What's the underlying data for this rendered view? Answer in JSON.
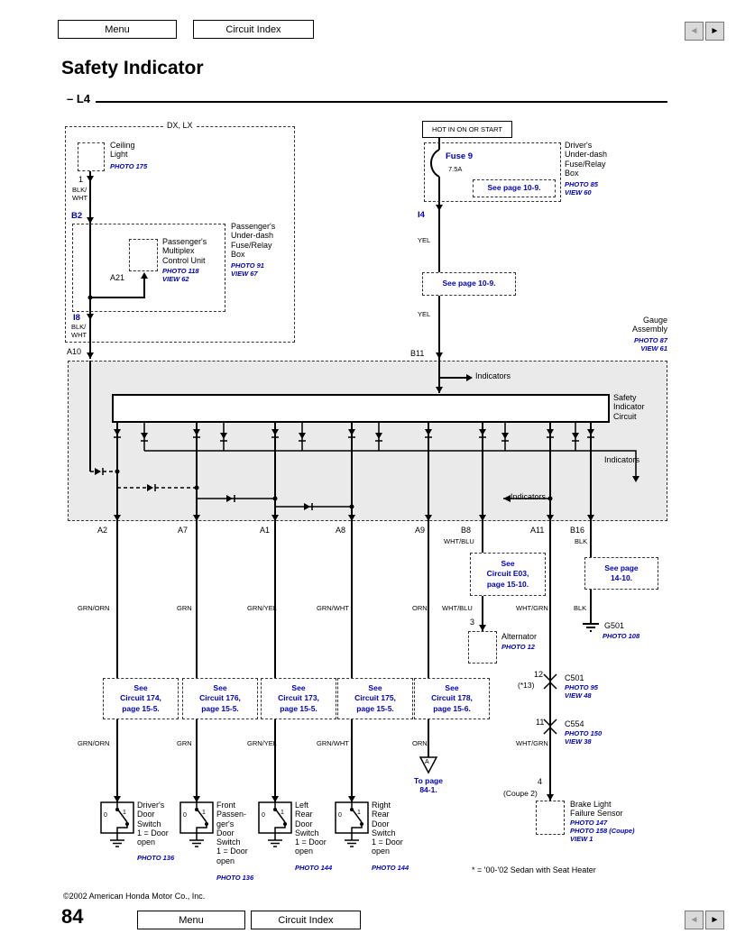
{
  "colors": {
    "accent_blue": "#0000bf",
    "diagram_shade": "#eaeaea"
  },
  "nav": {
    "menu": "Menu",
    "circuit_index": "Circuit Index",
    "prev_icon": "◄",
    "next_icon": "►"
  },
  "page": {
    "title": "Safety Indicator",
    "engine": "– L4",
    "number": "84",
    "copyright": "©2002 American Honda Motor Co., Inc.",
    "footnote": "* = '00-'02 Sedan with Seat Heater"
  },
  "variant": "DX, LX",
  "left_branch": {
    "ceiling_light": "Ceiling\nLight",
    "ceiling_light_photo": "PHOTO 175",
    "pin1": "1",
    "wire1": "BLK/\nWHT",
    "b2": "B2",
    "multiplex": "Passenger's\nMultiplex\nControl Unit",
    "multiplex_ref": "PHOTO 118\nVIEW 62",
    "a21": "A21",
    "pass_box": "Passenger's\nUnder-dash\nFuse/Relay\nBox",
    "pass_box_ref": "PHOTO 91\nVIEW 67",
    "i8": "I8",
    "wire2": "BLK/\nWHT",
    "a10": "A10"
  },
  "right_branch": {
    "hot": "HOT IN ON OR START",
    "fuse": "Fuse 9",
    "amps": "7.5A",
    "see_a": "See page 10-9.",
    "box": "Driver's\nUnder-dash\nFuse/Relay\nBox",
    "box_ref": "PHOTO 85\nVIEW 60",
    "i4": "I4",
    "yel1": "YEL",
    "see_b": "See page 10-9.",
    "yel2": "YEL",
    "b11": "B11"
  },
  "gauge": {
    "name": "Gauge\nAssembly",
    "ref": "PHOTO 87\nVIEW 61",
    "circuit": "Safety\nIndicator\nCircuit",
    "indicators_top": "Indicators",
    "indicators_right": "Indicators",
    "indicators_mid": "Indicators",
    "pins": [
      "A2",
      "A7",
      "A1",
      "A8",
      "A9",
      "B8",
      "A11",
      "B16"
    ]
  },
  "wire_colors": {
    "b8_top": "WHT/BLU",
    "b16_top": "BLK",
    "row1": [
      "GRN/ORN",
      "GRN",
      "GRN/YEL",
      "GRN/WHT",
      "ORN",
      "WHT/BLU",
      "WHT/GRN",
      "BLK"
    ],
    "row2": [
      "GRN/ORN",
      "GRN",
      "GRN/YEL",
      "GRN/WHT",
      "ORN",
      "WHT/GRN"
    ]
  },
  "refs": {
    "e03": "See\nCircuit E03,\npage 15-10.",
    "page_1410": "See page\n14-10.",
    "c174": "See\nCircuit 174,\npage 15-5.",
    "c176": "See\nCircuit 176,\npage 15-5.",
    "c173": "See\nCircuit 173,\npage 15-5.",
    "c175": "See\nCircuit 175,\npage 15-5.",
    "c178": "See\nCircuit 178,\npage 15-6.",
    "to_page": "To page\n84-1.",
    "to_page_letter": "A"
  },
  "components": {
    "alternator": {
      "pin": "3",
      "name": "Alternator",
      "photo": "PHOTO 12"
    },
    "g501": {
      "name": "G501",
      "photo": "PHOTO 108"
    },
    "c501": {
      "pin": "12",
      "note": "(*13)",
      "name": "C501",
      "ref": "PHOTO 95\nVIEW 48"
    },
    "c554": {
      "pin": "11",
      "name": "C554",
      "ref": "PHOTO 150\nVIEW 38"
    },
    "brake": {
      "pin": "4",
      "note": "(Coupe 2)",
      "name": "Brake Light\nFailure Sensor",
      "ref": "PHOTO 147\nPHOTO 158 (Coupe)\nVIEW 1"
    }
  },
  "switches": {
    "contact0": "0",
    "contact1": "1",
    "items": [
      {
        "label": "Driver's\nDoor\nSwitch\n1 = Door\nopen",
        "photo": "PHOTO 136"
      },
      {
        "label": "Front\nPassen-\nger's\nDoor\nSwitch\n1 = Door\nopen",
        "photo": "PHOTO 136"
      },
      {
        "label": "Left\nRear\nDoor\nSwitch\n1 = Door\nopen",
        "photo": "PHOTO 144"
      },
      {
        "label": "Right\nRear\nDoor\nSwitch\n1 = Door\nopen",
        "photo": "PHOTO 144"
      }
    ]
  }
}
